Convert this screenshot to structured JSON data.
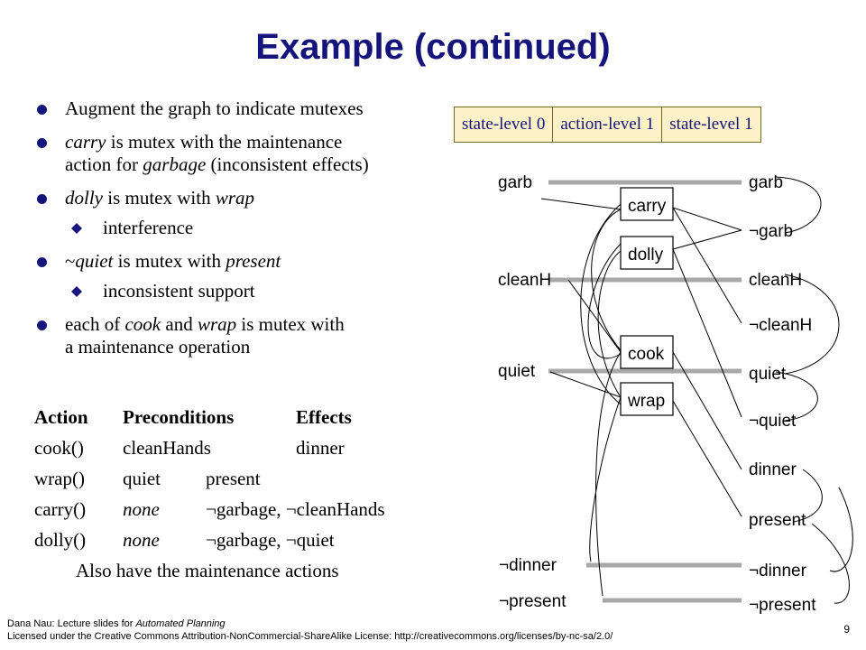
{
  "title": "Example (continued)",
  "bullets": [
    "Augment the graph to indicate mutexes",
    [
      "carry",
      " is mutex with the maintenance",
      "action for ",
      "garbage",
      " (inconsistent effects)"
    ],
    [
      "dolly",
      " is mutex with ",
      "wrap"
    ],
    "interference",
    [
      "~",
      "quiet",
      " is mutex with ",
      "present"
    ],
    "inconsistent support",
    [
      "each of ",
      "cook",
      " and ",
      "wrap",
      " is mutex with",
      "a maintenance operation"
    ]
  ],
  "table": {
    "headers": [
      "Action",
      "Preconditions",
      "Effects"
    ],
    "rows": [
      [
        "cook()",
        "cleanHands",
        "dinner"
      ],
      [
        "wrap()",
        "quiet",
        "present"
      ],
      [
        "carry()",
        "none",
        "¬garbage, ¬cleanHands"
      ],
      [
        "dolly()",
        "none",
        "¬garbage, ¬quiet"
      ]
    ],
    "note": "Also have the maintenance actions"
  },
  "levels": [
    "state-level 0",
    "action-level 1",
    "state-level 1"
  ],
  "graph": {
    "state0": [
      "garb",
      "cleanH",
      "quiet",
      "¬dinner",
      "¬present"
    ],
    "actions": [
      "carry",
      "dolly",
      "cook",
      "wrap"
    ],
    "state1": [
      "garb",
      "¬garb",
      "cleanH",
      "¬cleanH",
      "quiet",
      "¬quiet",
      "dinner",
      "present",
      "¬dinner",
      "¬present"
    ]
  },
  "footer": {
    "line1_prefix": "Dana Nau:  Lecture slides for ",
    "line1_book": "Automated Planning",
    "line2": "Licensed under the Creative Commons Attribution-NonCommercial-ShareAlike License: http://creativecommons.org/licenses/by-nc-sa/2.0/"
  },
  "page_number": "9",
  "colors": {
    "title": "#14147a",
    "bullet": "#14147a",
    "level_bg": "#fdf1c8",
    "line_gray": "#a8a8a8"
  }
}
